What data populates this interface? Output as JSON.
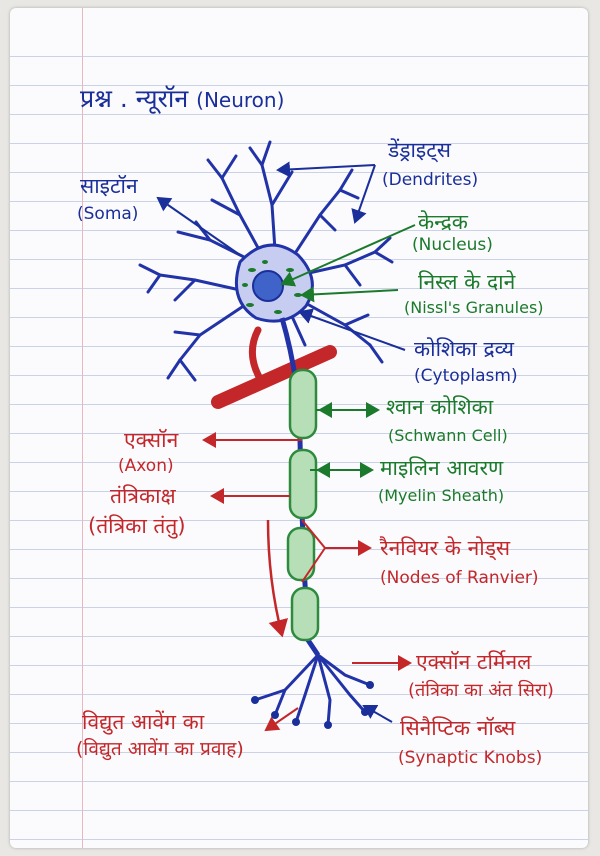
{
  "title": {
    "main": "प्रश्न . न्यूरॉन",
    "english": "(Neuron)"
  },
  "labels": {
    "soma": {
      "hindi": "साइटॉन",
      "english": "(Soma)"
    },
    "dendrites": {
      "hindi": "डेंड्राइट्स",
      "english": "(Dendrites)"
    },
    "nucleus": {
      "hindi": "केन्द्रक",
      "english": "(Nucleus)"
    },
    "nissl": {
      "hindi": "निस्ल के दाने",
      "english": "(Nissl's Granules)"
    },
    "cytoplasm": {
      "hindi": "कोशिका द्रव्य",
      "english": "(Cytoplasm)"
    },
    "schwann": {
      "hindi": "श्वान कोशिका",
      "english": "(Schwann Cell)"
    },
    "axon": {
      "hindi": "एक्सॉन",
      "english": "(Axon)"
    },
    "myelin": {
      "hindi": "माइलिन आवरण",
      "english": "(Myelin Sheath)"
    },
    "nerve_fiber": {
      "hindi": "तंत्रिकाक्ष",
      "english": "(तंत्रिका तंतु)"
    },
    "ranvier": {
      "hindi": "रैनवियर के नोड्स",
      "english": "(Nodes of Ranvier)"
    },
    "axon_terminal": {
      "hindi": "एक्सॉन टर्मिनल",
      "english": "(तंत्रिका का अंत सिरा)"
    },
    "impulse": {
      "hindi": "विद्युत आवेंग का",
      "english": "(विद्युत आवेंग का प्रवाह)"
    },
    "knobs": {
      "hindi": "सिनैप्टिक नॉब्स",
      "english": "(Synaptic Knobs)"
    }
  },
  "colors": {
    "blue": "#1a2f9a",
    "green": "#1b7a2b",
    "red": "#c4272a",
    "paper": "#fbfbfd",
    "rule": "#c9d2e6"
  }
}
